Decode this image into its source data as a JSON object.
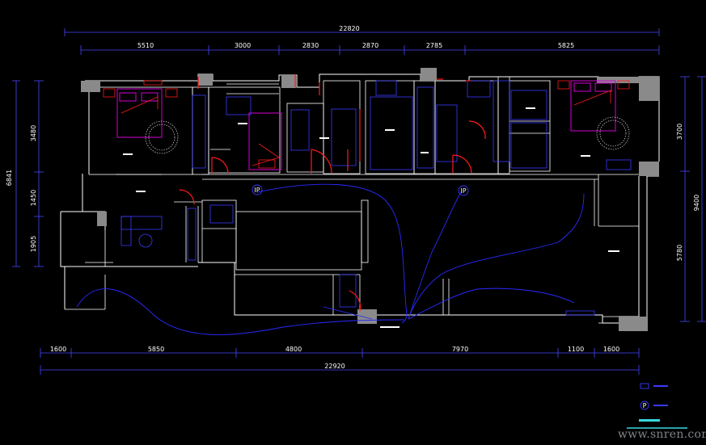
{
  "dimensions": {
    "top_total": "22820",
    "top_segments": [
      "5510",
      "3000",
      "2830",
      "2870",
      "2785",
      "5825"
    ],
    "bottom_total": "22920",
    "bottom_segments": [
      "1600",
      "5850",
      "4800",
      "7970",
      "1100",
      "1600"
    ],
    "left_total": "6841",
    "left_segments": [
      "3480",
      "1450",
      "1905"
    ],
    "right_total": "9400",
    "right_segments": [
      "3700",
      "5780"
    ]
  },
  "symbols": {
    "outlet": "P",
    "outlet_pos1": "IP",
    "outlet_pos2": "IP"
  },
  "watermark": "www.snren.com",
  "colors": {
    "background": "#000000",
    "dimension": "#4646ff",
    "wall": "#ffffff",
    "fixture": "#3a3aff",
    "furniture": "#d400d4",
    "door": "#ff1a1a",
    "column": "#8a8a8a",
    "wire": "#2a2aff"
  }
}
